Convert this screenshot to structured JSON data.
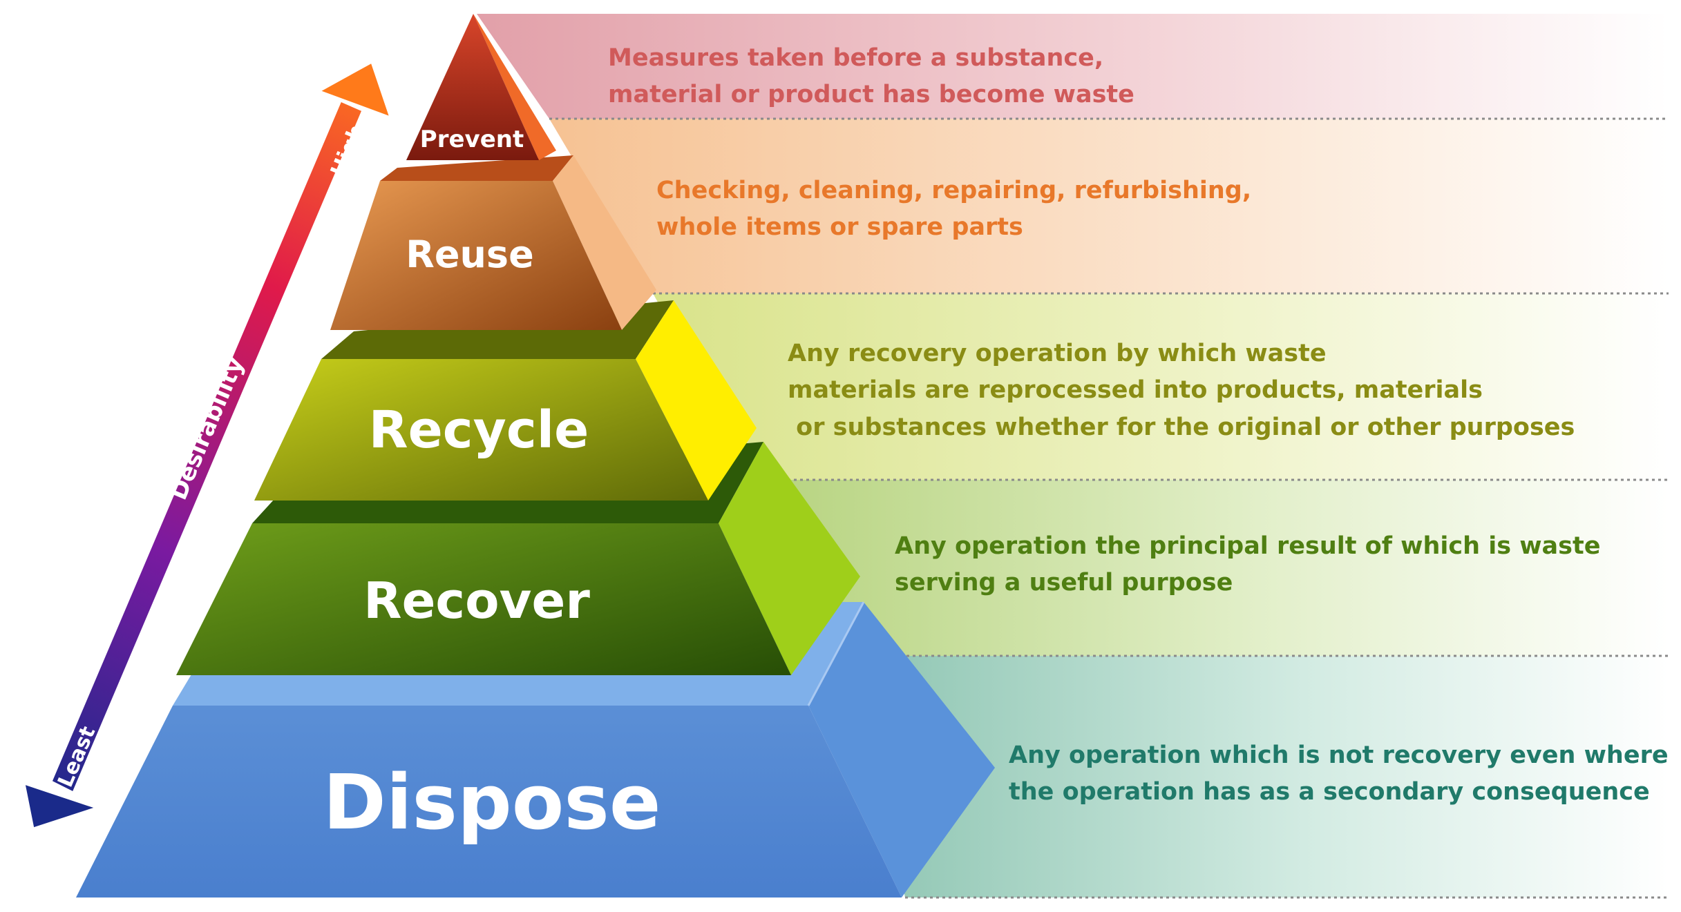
{
  "axis": {
    "label": "Desirability",
    "high_label": "High",
    "low_label": "Least"
  },
  "levels": [
    {
      "label": "Prevent",
      "description": [
        "Measures taken before a substance,",
        "material or product has become waste"
      ],
      "text_color": "#d05a5a",
      "band_color": "#e6a3ad"
    },
    {
      "label": "Reuse",
      "description": [
        "Checking, cleaning, repairing, refurbishing,",
        "whole items or spare parts"
      ],
      "text_color": "#e8782a",
      "band_color": "#f7c79c"
    },
    {
      "label": "Recycle",
      "description": [
        "Any recovery operation by which waste",
        "materials are reprocessed into products, materials",
        " or substances whether for the original or other purposes"
      ],
      "text_color": "#8a8c14",
      "band_color": "#dce58d"
    },
    {
      "label": "Recover",
      "description": [
        "Any operation the principal result of which is waste",
        "serving a useful purpose"
      ],
      "text_color": "#4f7f12",
      "band_color": "#b9d783"
    },
    {
      "label": "Dispose",
      "description": [
        "Any operation which is not recovery even where",
        "the operation has as a secondary consequence"
      ],
      "text_color": "#207a6a",
      "band_color": "#8fc7b3"
    }
  ]
}
